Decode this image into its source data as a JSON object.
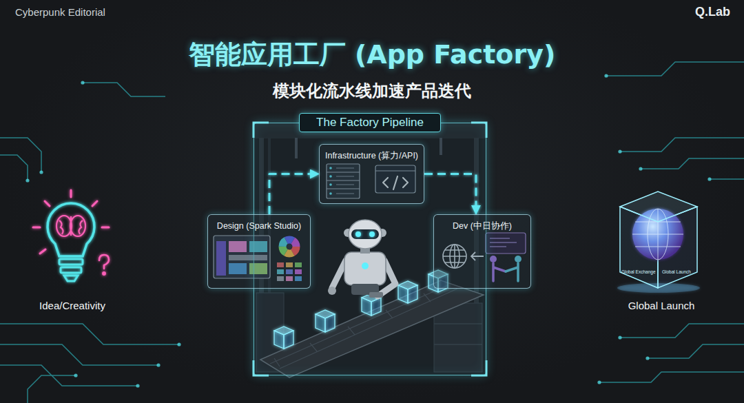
{
  "diagram": {
    "title": "智能应用工厂 (App Factory)",
    "nodes": [
      {
        "text": [
          "Idea/Creativity"
        ]
      },
      {
        "text": [
          "The Factory Pipeline"
        ]
      },
      {
        "text": [
          "Infrastructure (算力/API)"
        ],
        "in": 1
      },
      {
        "text": [
          "Design (Spark Studio)"
        ],
        "in": 1
      },
      {
        "text": [
          "Dev (中日协作)"
        ],
        "in": 1
      },
      {
        "text": [
          "Global Launch"
        ]
      }
    ],
    "edges": [
      {
        "from": 0,
        "to": 3,
        "arrow": "to"
      },
      {
        "from": 3,
        "to": 2,
        "arrow": "to"
      },
      {
        "from": 2,
        "to": 4,
        "arrow": "to"
      },
      {
        "from": 4,
        "to": 5,
        "arrow": "to"
      }
    ],
    "labels": [
      "Cyberpunk Editorial",
      "Q.Lab",
      "模块化流水线加速产品迭代",
      "Global Exchange",
      "Global Launch"
    ]
  }
}
